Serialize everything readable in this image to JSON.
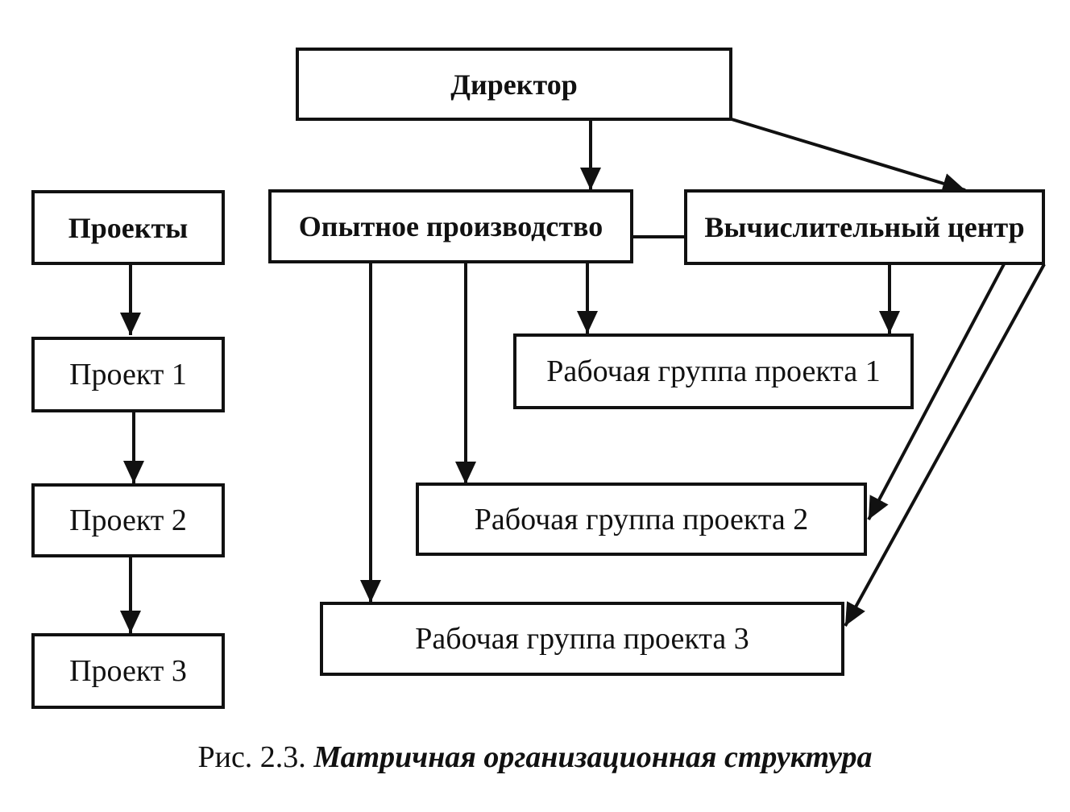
{
  "diagram": {
    "nodes": {
      "director": "Директор",
      "projects": "Проекты",
      "project_1": "Проект 1",
      "project_2": "Проект 2",
      "project_3": "Проект 3",
      "pilot_production": "Опытное производство",
      "computing_center": "Вычислительный центр",
      "workgroup_1": "Рабочая группа проекта 1",
      "workgroup_2": "Рабочая группа проекта 2",
      "workgroup_3": "Рабочая группа проекта 3"
    },
    "edges": [
      {
        "from": "director",
        "to": "pilot_production",
        "type": "arrow"
      },
      {
        "from": "director",
        "to": "computing_center",
        "type": "arrow"
      },
      {
        "from": "pilot_production",
        "to": "computing_center",
        "type": "line"
      },
      {
        "from": "projects",
        "to": "project_1",
        "type": "arrow"
      },
      {
        "from": "project_1",
        "to": "project_2",
        "type": "arrow"
      },
      {
        "from": "project_2",
        "to": "project_3",
        "type": "arrow"
      },
      {
        "from": "pilot_production",
        "to": "workgroup_1",
        "type": "arrow"
      },
      {
        "from": "pilot_production",
        "to": "workgroup_2",
        "type": "arrow"
      },
      {
        "from": "pilot_production",
        "to": "workgroup_3",
        "type": "arrow"
      },
      {
        "from": "computing_center",
        "to": "workgroup_1",
        "type": "arrow"
      },
      {
        "from": "computing_center",
        "to": "workgroup_2",
        "type": "arrow"
      },
      {
        "from": "computing_center",
        "to": "workgroup_3",
        "type": "arrow"
      }
    ]
  },
  "caption": {
    "prefix": "Рис. 2.3. ",
    "title": "Матричная организационная структура"
  }
}
